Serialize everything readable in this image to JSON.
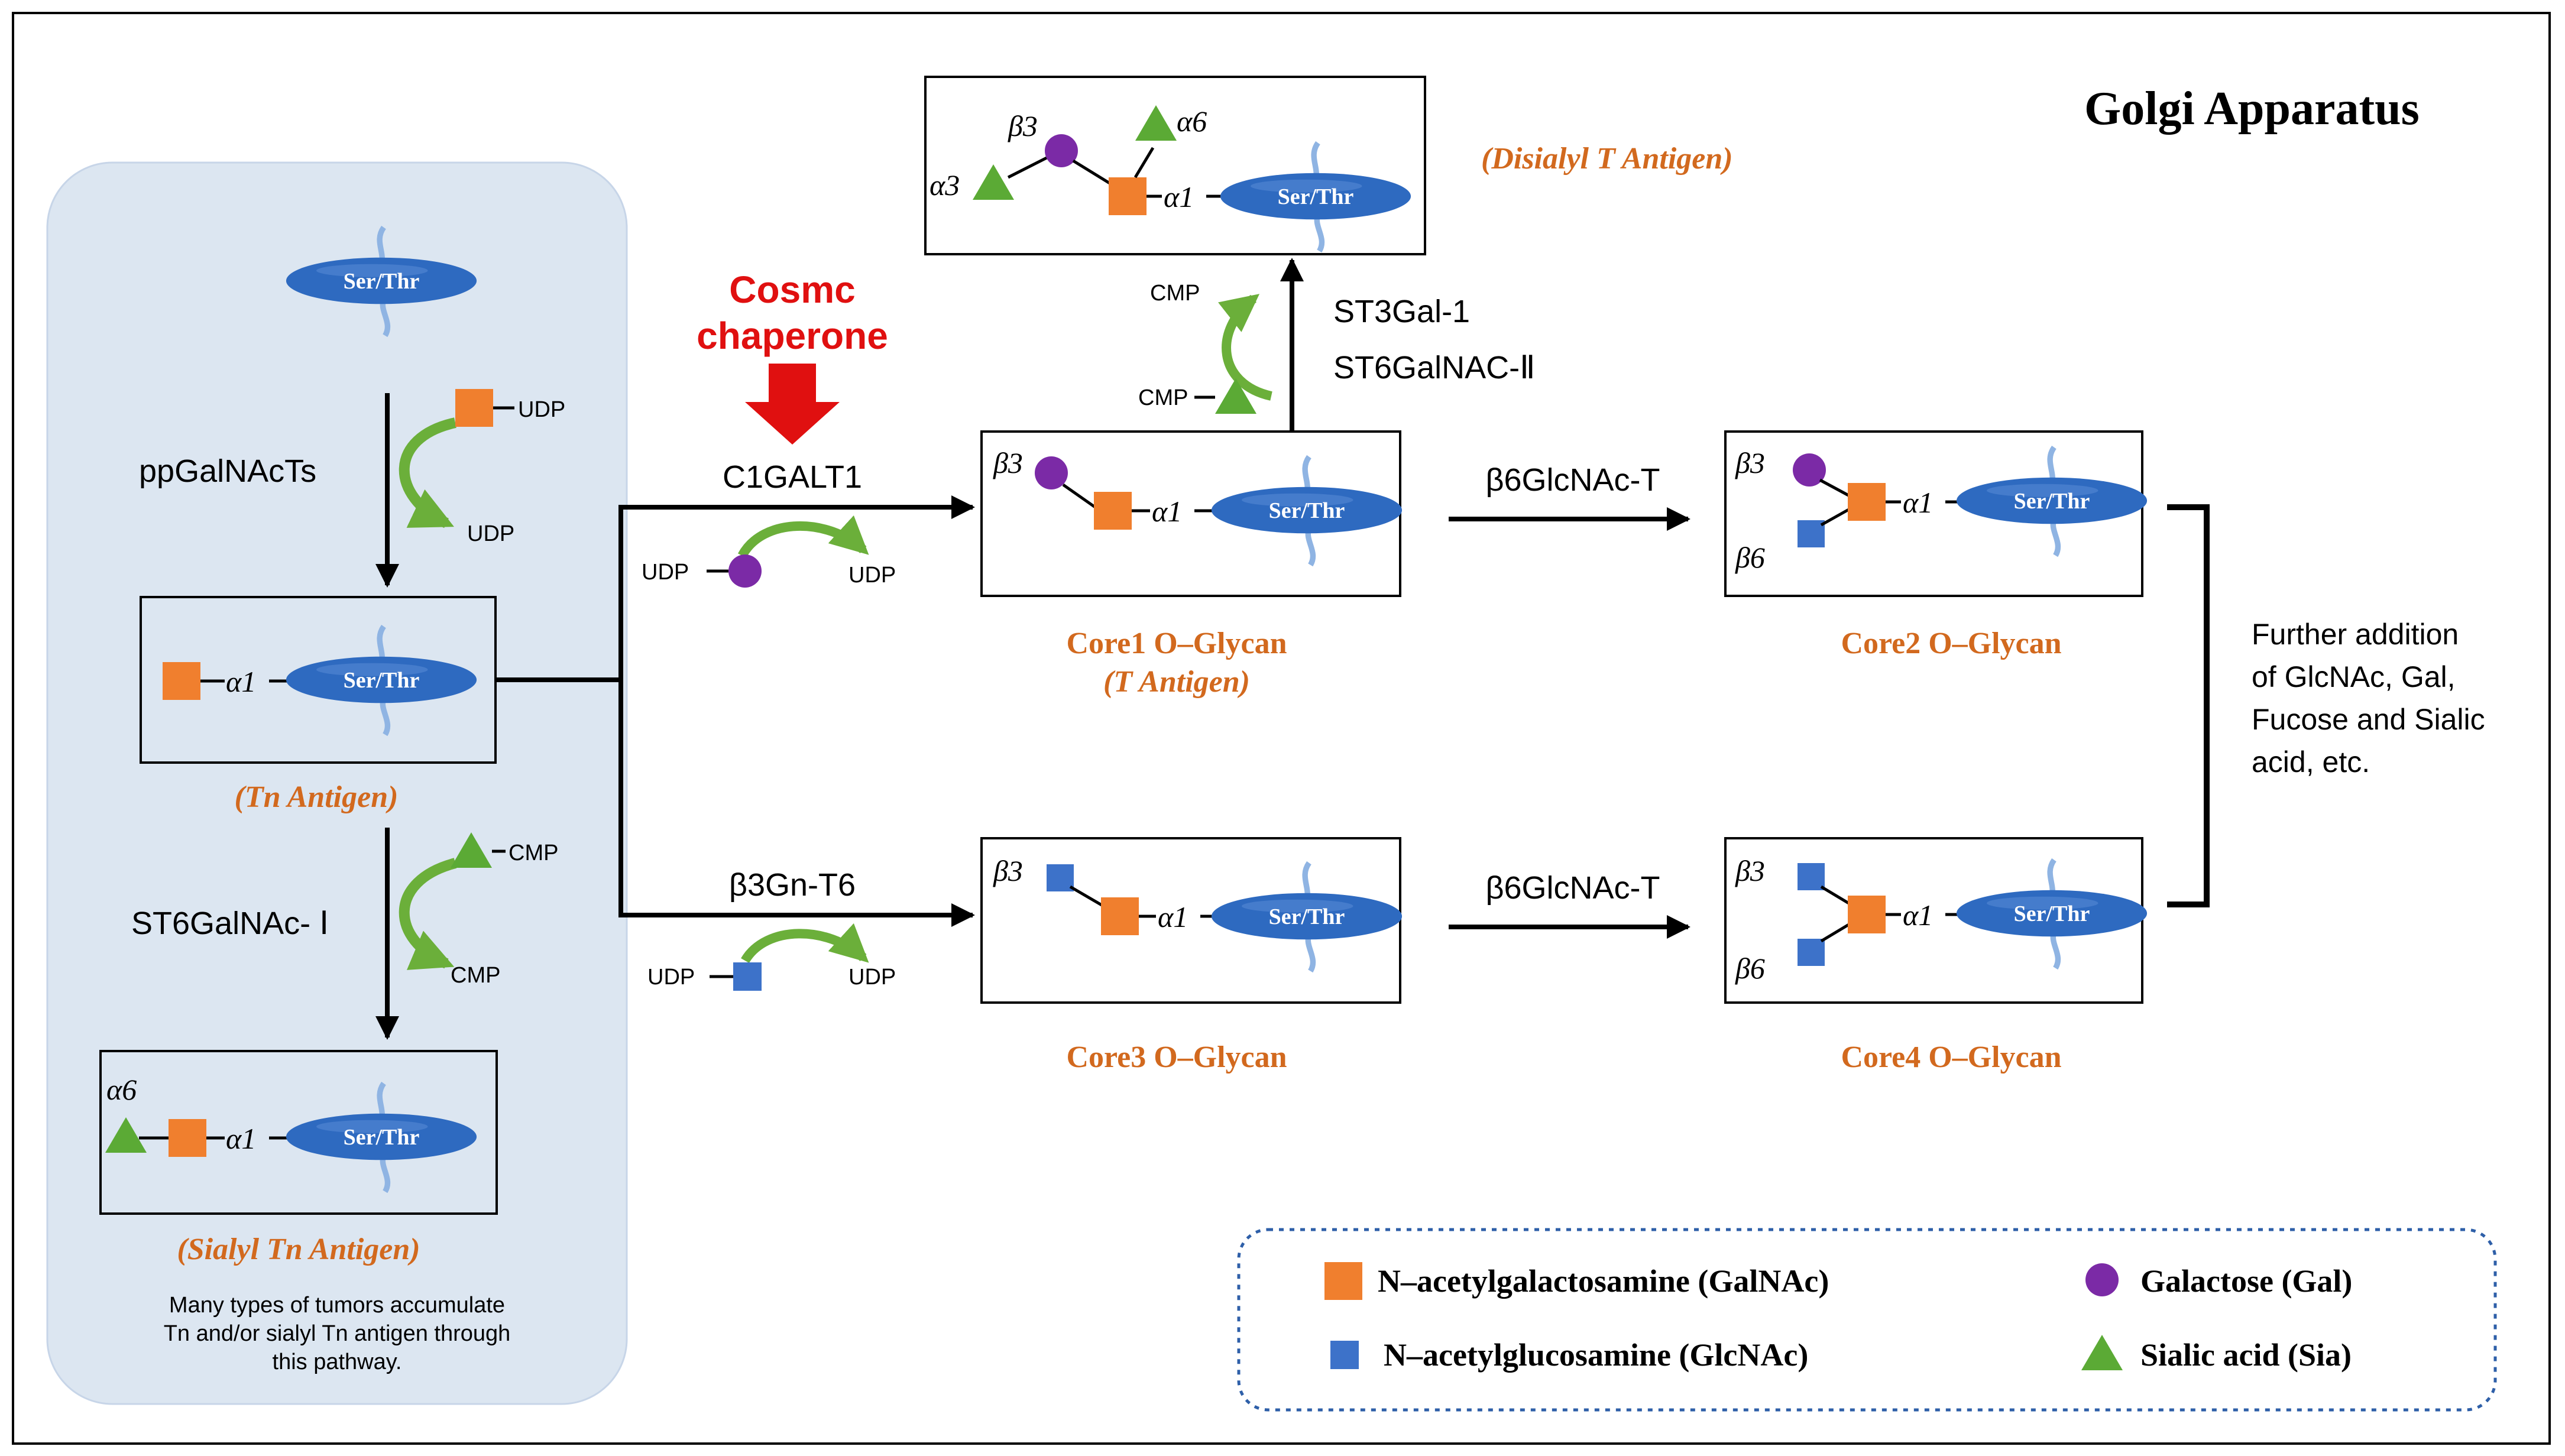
{
  "title": "Golgi Apparatus",
  "colors": {
    "galnac": "#F07F2E",
    "gal": "#7B2AA6",
    "glcnac": "#3D72C9",
    "sia": "#5BAA35",
    "protein": "#2E6AC0",
    "panel": "#DCE6F1",
    "accent_text": "#D2691E",
    "cosmc_red": "#E01010",
    "curve_green": "#6BAF3A"
  },
  "protein_label": "Ser/Thr",
  "links": {
    "a1": "α1",
    "b3": "β3",
    "b6": "β6",
    "a3": "α3",
    "a6": "α6"
  },
  "cosmc": {
    "line1": "Cosmc",
    "line2": "chaperone"
  },
  "labels": {
    "tn": "(Tn Antigen)",
    "stn": "(Sialyl Tn Antigen)",
    "core1": "Core1 O–Glycan",
    "core1_sub": "(T Antigen)",
    "core2": "Core2 O–Glycan",
    "core3": "Core3 O–Glycan",
    "core4": "Core4 O–Glycan",
    "disialyl": "(Disialyl T Antigen)"
  },
  "enzymes": {
    "ppgalnacts": "ppGalNAcTs",
    "st6galnac1": "ST6GalNAc- Ⅰ",
    "c1galt1": "C1GALT1",
    "b3gnt6": "β3Gn-T6",
    "b6glcnac_top": "β6GlcNAc-T",
    "b6glcnac_bottom": "β6GlcNAc-T",
    "st3gal1": "ST3Gal-1",
    "st6galnac2": "ST6GalNAC-Ⅱ"
  },
  "donors": {
    "udp": "UDP",
    "cmp": "CMP"
  },
  "further": [
    "Further addition",
    "of GlcNAc, Gal,",
    "Fucose and Sialic",
    "acid, etc."
  ],
  "note": [
    "Many types of tumors accumulate",
    "Tn and/or sialyl Tn antigen through",
    "this pathway."
  ],
  "legend": {
    "galnac": "N–acetylgalactosamine (GalNAc)",
    "glcnac": "N–acetylglucosamine (GlcNAc)",
    "gal": "Galactose (Gal)",
    "sia": "Sialic acid (Sia)"
  }
}
